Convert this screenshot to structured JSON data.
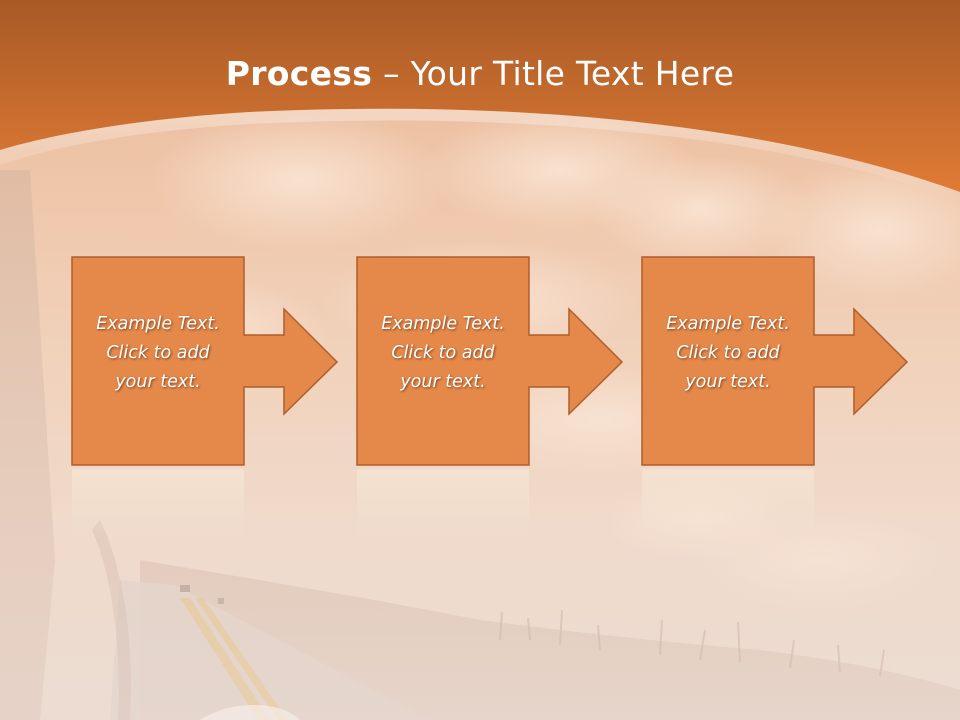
{
  "title": {
    "bold": "Process",
    "separator": " – ",
    "rest": "Your Title Text Here"
  },
  "steps": [
    {
      "line1": "Example Text.",
      "line2": "Click  to add",
      "line3": "your text."
    },
    {
      "line1": "Example Text.",
      "line2": "Click  to add",
      "line3": "your text."
    },
    {
      "line1": "Example Text.",
      "line2": "Click  to add",
      "line3": "your text."
    }
  ],
  "colors": {
    "band_top": "#a85a26",
    "band_bottom": "#e07b35",
    "box_fill": "#e5894b",
    "box_stroke": "#b05e2a"
  }
}
